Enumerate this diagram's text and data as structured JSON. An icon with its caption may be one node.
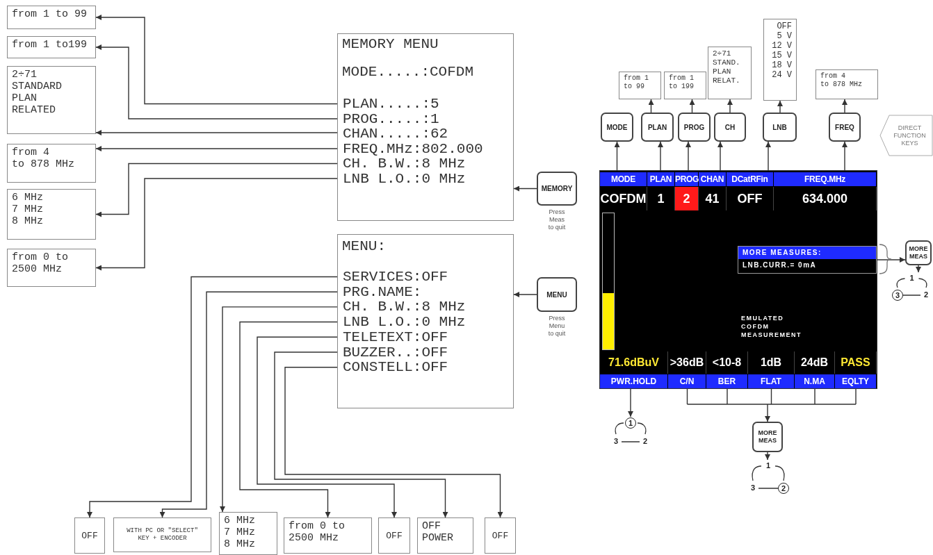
{
  "diagram": {
    "nodes": [
      {
        "text": [
          "from 1 to 99"
        ]
      },
      {
        "text": [
          "from 1 to199"
        ]
      },
      {
        "text": [
          "2÷71 STANDARD PLAN RELATED"
        ]
      },
      {
        "text": [
          "from 4 to 878 MHz"
        ]
      },
      {
        "text": [
          "6 MHz 7 MHz 8 MHz"
        ]
      },
      {
        "text": [
          "from 0 to 2500 MHz"
        ]
      },
      {
        "text": [
          "MEMORY MENU",
          "MODE.....:COFDM"
        ]
      },
      {
        "text": [
          "PLAN.....:5"
        ],
        "in": 6
      },
      {
        "text": [
          "PROG.....:1"
        ],
        "in": 6
      },
      {
        "text": [
          "CHAN.....:62"
        ],
        "in": 6
      },
      {
        "text": [
          "FREQ.MHz:802.000"
        ],
        "in": 6
      },
      {
        "text": [
          "CH. B.W.:8 MHz"
        ],
        "in": 6
      },
      {
        "text": [
          "LNB L.O.:0 MHz"
        ],
        "in": 6
      },
      {
        "text": [
          "MEMORY"
        ],
        "beside": [
          "Press Meas to quit"
        ]
      },
      {
        "text": [
          "MENU:"
        ]
      },
      {
        "text": [
          "SERVICES:OFF"
        ],
        "in": 14
      },
      {
        "text": [
          "PRG.NAME:"
        ],
        "in": 14
      },
      {
        "text": [
          "CH. B.W.:8 MHz"
        ],
        "in": 14
      },
      {
        "text": [
          "LNB L.O.:0 MHz"
        ],
        "in": 14
      },
      {
        "text": [
          "TELETEXT:OFF"
        ],
        "in": 14
      },
      {
        "text": [
          "BUZZER..:OFF"
        ],
        "in": 14
      },
      {
        "text": [
          "CONSTELL:OFF"
        ],
        "in": 14
      },
      {
        "text": [
          "MENU"
        ],
        "beside": [
          "Press Menu to quit"
        ]
      },
      {
        "text": [
          "OFF"
        ]
      },
      {
        "text": [
          "WITH PC OR \"SELECT\" KEY + ENCODER"
        ]
      },
      {
        "text": [
          "6 MHz 7 MHz 8 MHz"
        ]
      },
      {
        "text": [
          "from 0 to 2500 MHz"
        ]
      },
      {
        "text": [
          "OFF"
        ]
      },
      {
        "text": [
          "OFF POWER"
        ]
      },
      {
        "text": [
          "OFF"
        ]
      },
      {
        "text": [
          "OFF 5 V 12 V 15 V 18 V 24 V"
        ]
      },
      {
        "text": [
          "2÷71 STAND. PLAN RELAT."
        ]
      },
      {
        "text": [
          "from 1 to 99"
        ]
      },
      {
        "text": [
          "from 1 to 199"
        ]
      },
      {
        "text": [
          "from 4 to 878 MHz"
        ]
      },
      {
        "text": [
          "MODE"
        ]
      },
      {
        "text": [
          "PLAN"
        ]
      },
      {
        "text": [
          "PROG"
        ]
      },
      {
        "text": [
          "CH"
        ]
      },
      {
        "text": [
          "LNB"
        ]
      },
      {
        "text": [
          "FREQ"
        ]
      },
      {
        "text": [
          "DIRECT FUNCTION KEYS"
        ]
      },
      {
        "text": [],
        "shape": "box"
      },
      {
        "text": [
          "MODE"
        ],
        "in": 42
      },
      {
        "text": [
          "PLAN"
        ],
        "in": 42
      },
      {
        "text": [
          "PROG"
        ],
        "in": 42
      },
      {
        "text": [
          "CHAN"
        ],
        "in": 42
      },
      {
        "text": [
          "DCatRFin"
        ],
        "in": 42
      },
      {
        "text": [
          "FREQ.MHz"
        ],
        "in": 42
      },
      {
        "text": [
          "COFDM"
        ],
        "in": 42
      },
      {
        "text": [
          "1"
        ],
        "in": 42
      },
      {
        "text": [
          "2"
        ],
        "in": 42
      },
      {
        "text": [
          "41"
        ],
        "in": 42
      },
      {
        "text": [
          "OFF"
        ],
        "in": 42
      },
      {
        "text": [
          "634.000"
        ],
        "in": 42
      },
      {
        "text": [
          "MORE MEASURES:",
          "LNB.CURR.= 0mA"
        ],
        "in": 42
      },
      {
        "text": [
          "MORE MEAS"
        ]
      },
      {
        "text": [
          "1",
          "3",
          "2"
        ]
      },
      {
        "text": [
          "71.6dBuV"
        ],
        "in": 42
      },
      {
        "text": [
          ">36dB"
        ],
        "in": 42
      },
      {
        "text": [
          "<10-8"
        ],
        "in": 42
      },
      {
        "text": [
          "1dB"
        ],
        "in": 42
      },
      {
        "text": [
          "24dB"
        ],
        "in": 42
      },
      {
        "text": [
          "PASS"
        ],
        "in": 42
      },
      {
        "text": [
          "PWR.HOLD"
        ],
        "in": 42
      },
      {
        "text": [
          "C/N"
        ],
        "in": 42
      },
      {
        "text": [
          "BER"
        ],
        "in": 42
      },
      {
        "text": [
          "FLAT"
        ],
        "in": 42
      },
      {
        "text": [
          "N.MA"
        ],
        "in": 42
      },
      {
        "text": [
          "EQLTY"
        ],
        "in": 42
      },
      {
        "text": [
          "1",
          "3",
          "2"
        ]
      },
      {
        "text": [
          "MORE MEAS"
        ]
      },
      {
        "text": [
          "1",
          "3",
          "2"
        ]
      }
    ],
    "edges": [
      {
        "from": 7,
        "to": 0,
        "arrow": "to"
      },
      {
        "from": 8,
        "to": 1,
        "arrow": "to"
      },
      {
        "from": 9,
        "to": 2,
        "arrow": "to"
      },
      {
        "from": 10,
        "to": 3,
        "arrow": "to"
      },
      {
        "from": 11,
        "to": 4,
        "arrow": "to"
      },
      {
        "from": 12,
        "to": 5,
        "arrow": "to"
      },
      {
        "from": 13,
        "to": 6,
        "arrow": "to"
      },
      {
        "from": 15,
        "to": 23,
        "arrow": "to"
      },
      {
        "from": 16,
        "to": 24,
        "arrow": "to"
      },
      {
        "from": 17,
        "to": 25,
        "arrow": "to"
      },
      {
        "from": 18,
        "to": 26,
        "arrow": "to"
      },
      {
        "from": 19,
        "to": 27,
        "arrow": "to"
      },
      {
        "from": 20,
        "to": 28,
        "arrow": "to"
      },
      {
        "from": 21,
        "to": 29,
        "arrow": "to"
      },
      {
        "from": 22,
        "to": 14,
        "arrow": "to"
      },
      {
        "from": 43,
        "to": 35,
        "arrow": "to"
      },
      {
        "from": 44,
        "to": 36,
        "arrow": "to"
      },
      {
        "from": 45,
        "to": 37,
        "arrow": "to"
      },
      {
        "from": 46,
        "to": 38,
        "arrow": "to"
      },
      {
        "from": 47,
        "to": 39,
        "arrow": "to"
      },
      {
        "from": 48,
        "to": 40,
        "arrow": "to"
      },
      {
        "from": 36,
        "to": 32,
        "arrow": "to"
      },
      {
        "from": 37,
        "to": 33,
        "arrow": "to"
      },
      {
        "from": 38,
        "to": 31,
        "arrow": "to"
      },
      {
        "from": 39,
        "to": 30,
        "arrow": "to"
      },
      {
        "from": 40,
        "to": 34,
        "arrow": "to"
      },
      {
        "from": 55,
        "to": 56,
        "arrow": "to"
      },
      {
        "from": 56,
        "to": 57,
        "arrow": "to"
      },
      {
        "from": 64,
        "to": 70,
        "arrow": "to"
      },
      {
        "from": 65,
        "to": 71,
        "arrow": "to"
      },
      {
        "from": 66,
        "to": 71,
        "arrow": "to"
      },
      {
        "from": 67,
        "to": 71,
        "arrow": "to"
      },
      {
        "from": 68,
        "to": 71,
        "arrow": "to"
      },
      {
        "from": 69,
        "to": 71,
        "arrow": "to"
      },
      {
        "from": 71,
        "to": 72,
        "arrow": "to"
      }
    ],
    "labels": [
      "EMULATED COFDM MEASUREMENT"
    ]
  }
}
